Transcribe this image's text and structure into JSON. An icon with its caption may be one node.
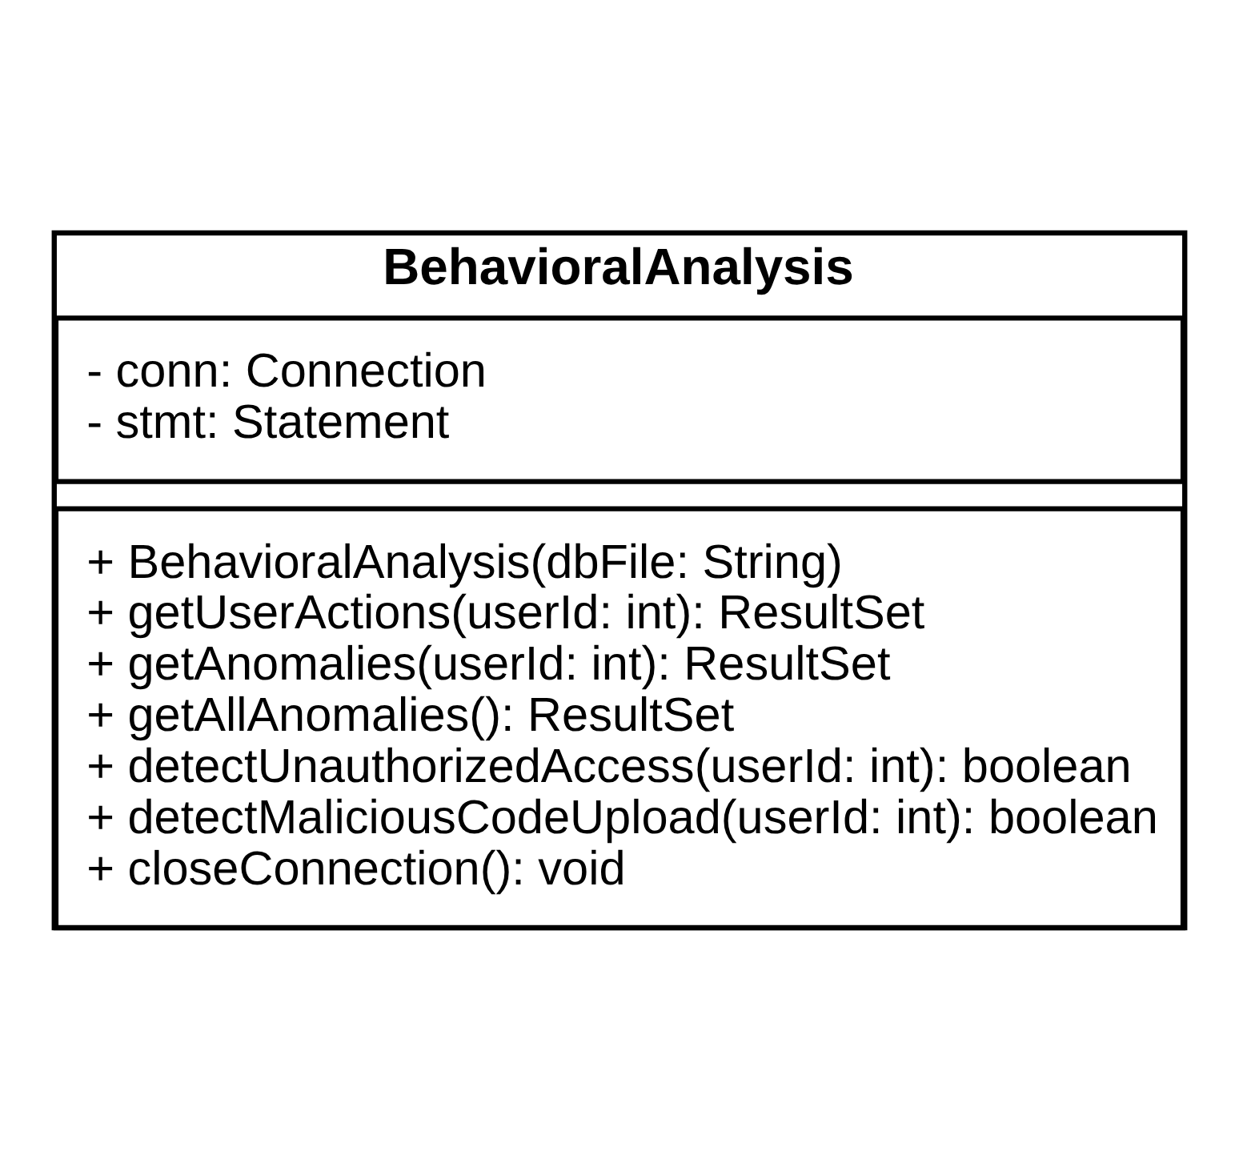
{
  "diagram": {
    "nodes": [
      {
        "text": [
          "BehavioralAnalysis"
        ]
      },
      {
        "text": [
          "- conn: Connection",
          "- stmt: Statement"
        ],
        "in": 0
      },
      {
        "text": [
          "+ BehavioralAnalysis(dbFile: String)",
          "+ getUserActions(userId: int): ResultSet",
          "+ getAnomalies(userId: int): ResultSet",
          "+ getAllAnomalies(): ResultSet",
          "+ detectUnauthorizedAccess(userId: int): boolean",
          "+ detectMaliciousCodeUpload(userId: int): boolean",
          "+ closeConnection(): void"
        ],
        "in": 0
      }
    ],
    "edges": []
  }
}
